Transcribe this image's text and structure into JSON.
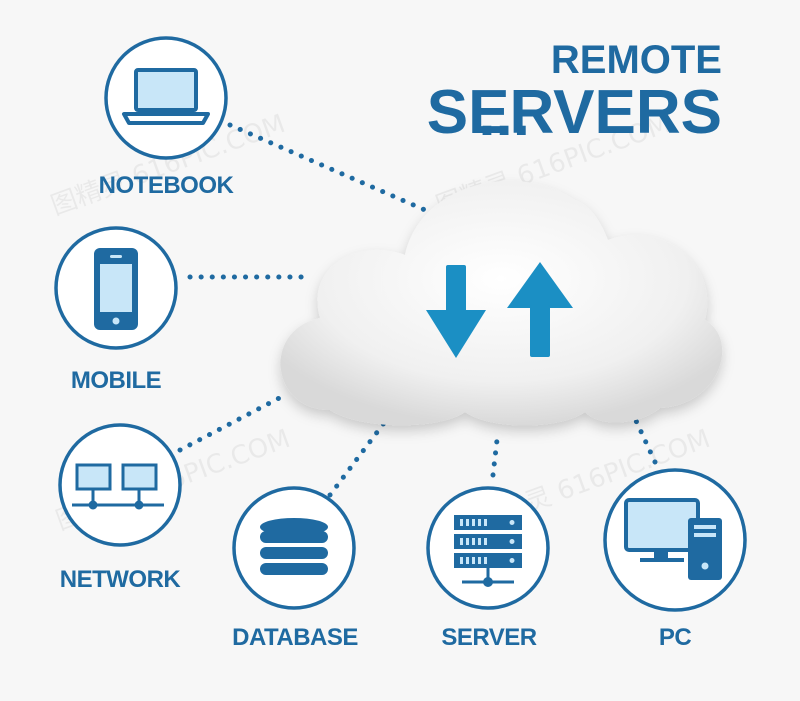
{
  "title": {
    "line1": "REMOTE",
    "line2": "SERVERS",
    "dots": "..."
  },
  "nodes": [
    {
      "id": "notebook",
      "label": "NOTEBOOK",
      "icon": "notebook-icon"
    },
    {
      "id": "mobile",
      "label": "MOBILE",
      "icon": "mobile-icon"
    },
    {
      "id": "network",
      "label": "NETWORK",
      "icon": "network-icon"
    },
    {
      "id": "database",
      "label": "DATABASE",
      "icon": "database-icon"
    },
    {
      "id": "server",
      "label": "SERVER",
      "icon": "server-icon"
    },
    {
      "id": "pc",
      "label": "PC",
      "icon": "pc-icon"
    }
  ],
  "cloud": {
    "icons": [
      "arrow-down-icon",
      "arrow-up-icon"
    ]
  },
  "colors": {
    "primary": "#1f6aa1",
    "accent": "#1b8fc4",
    "screen_fill": "#c8e6f8",
    "background": "#f7f7f7"
  }
}
